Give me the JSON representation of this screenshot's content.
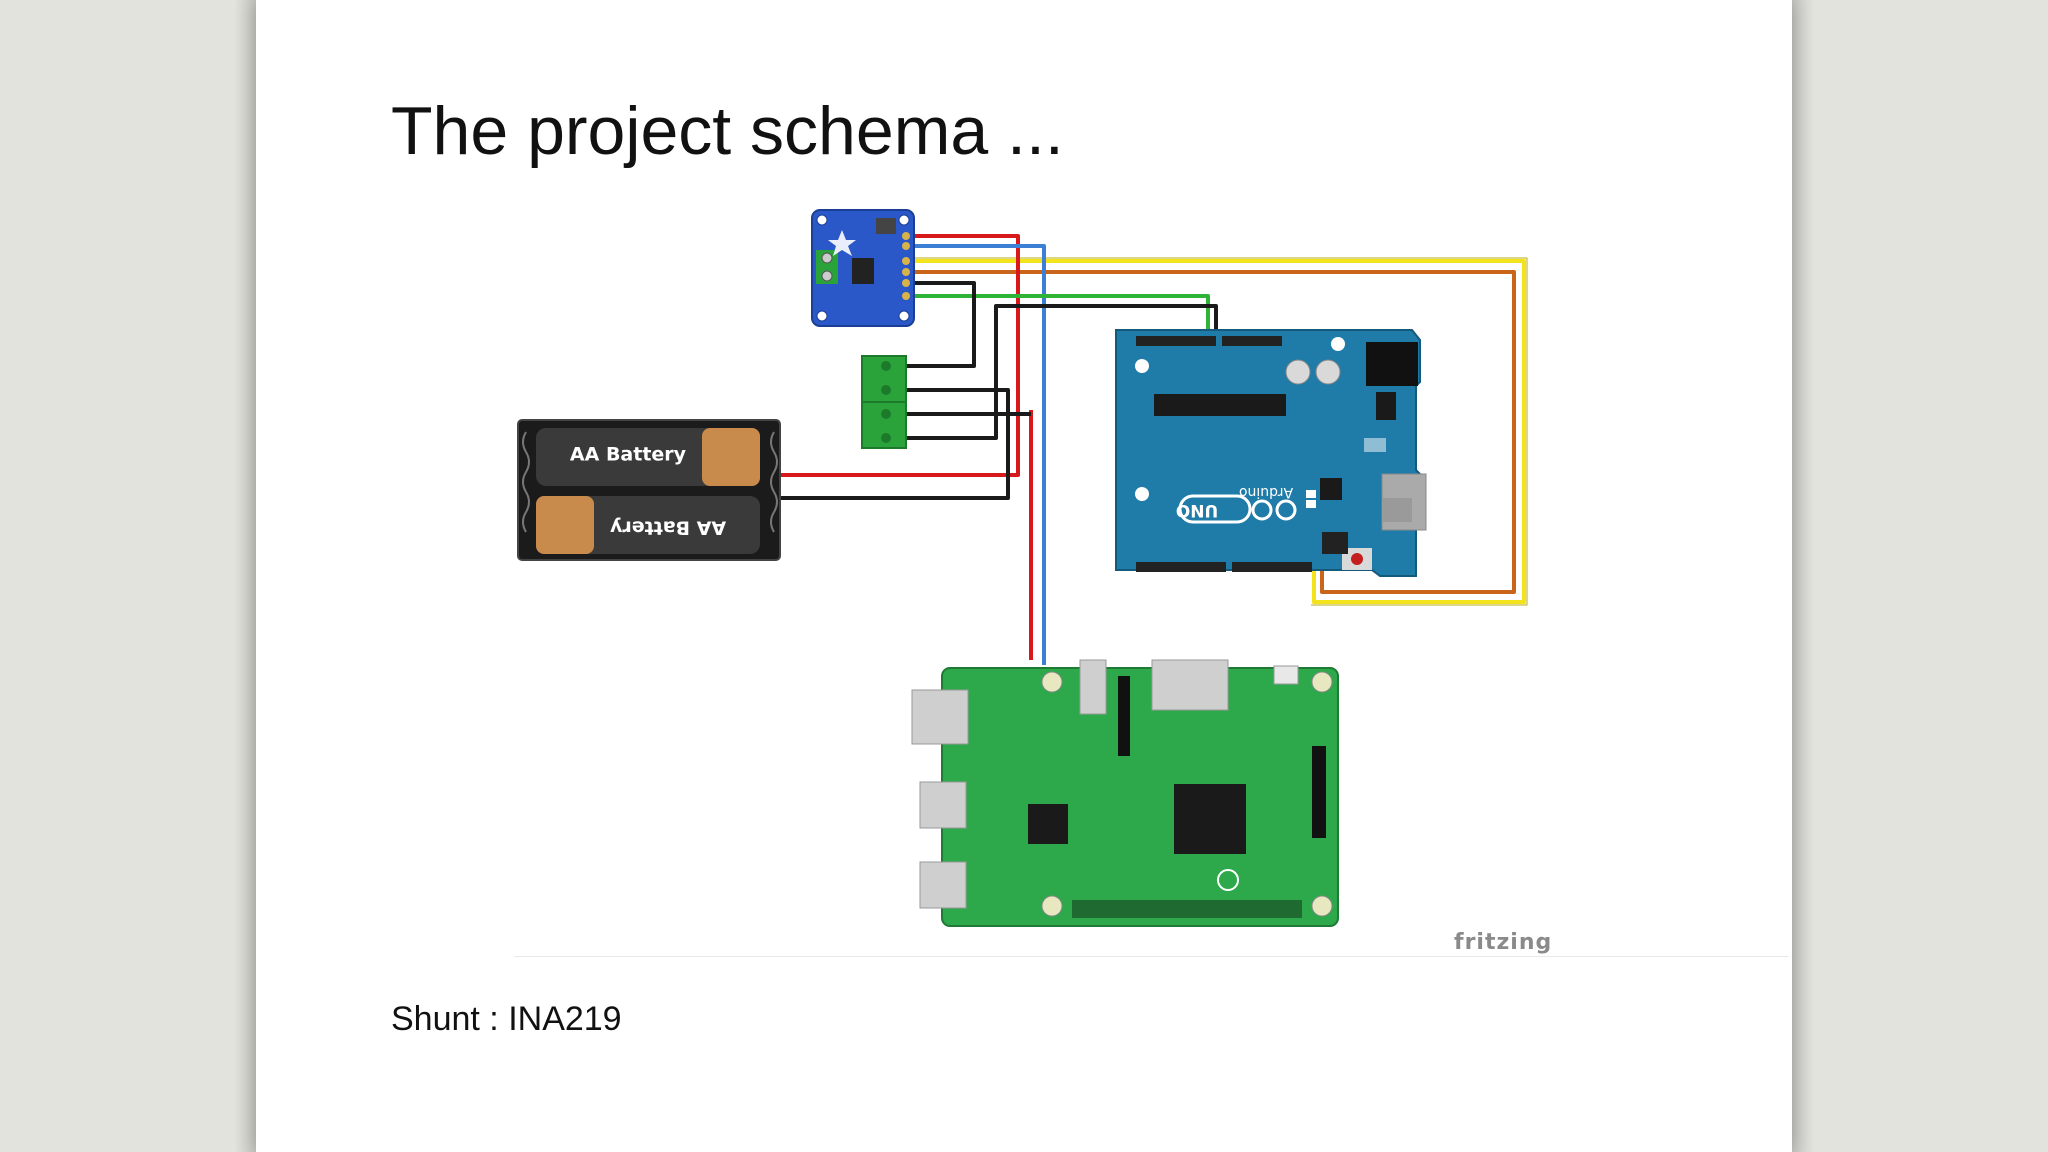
{
  "slide": {
    "title": "The project schema ...",
    "caption": "Shunt : INA219"
  },
  "diagram": {
    "watermark": "fritzing",
    "battery": {
      "cell_top_label": "AA Battery",
      "cell_bottom_label": "AA Battery"
    },
    "arduino": {
      "brand": "Arduino",
      "model": "UNO"
    },
    "wire_colors": {
      "red": "#d7191c",
      "blue": "#3e7fd6",
      "yellow": "#f2e31c",
      "orange": "#c8651a",
      "green": "#2fb437",
      "black": "#1a1a1a"
    },
    "board_colors": {
      "ina219": "#2b58c9",
      "terminal": "#2aa43a",
      "arduino": "#1f7ba8",
      "raspberry_pi": "#2da84b"
    }
  }
}
